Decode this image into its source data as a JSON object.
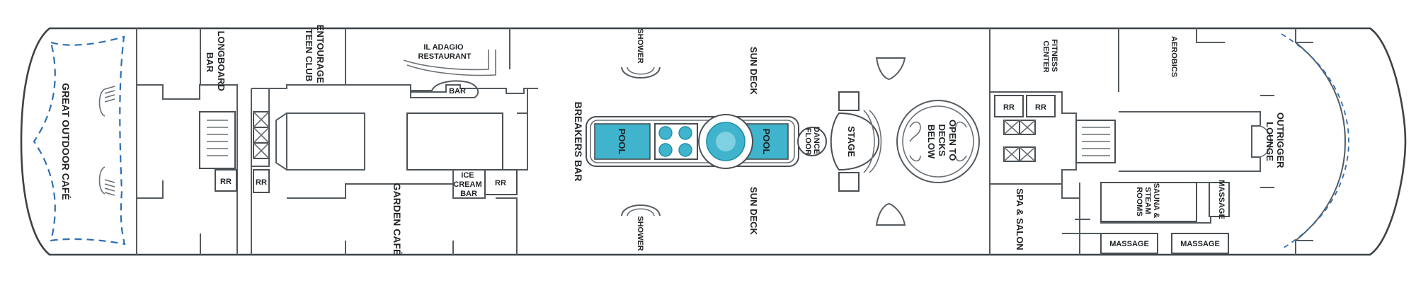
{
  "colors": {
    "pool": "#3fb4cc",
    "pool_dark": "#1d8fa8",
    "outdoor_dashed": "#2e6fb3",
    "walls": "#555b60"
  },
  "labels": {
    "great_outdoor_cafe": "GREAT OUTDOOR CAFÉ",
    "longboard_bar": [
      "LONGBOARD",
      "BAR"
    ],
    "entourage_teen_club": [
      "ENTOURAGE",
      "TEEN CLUB"
    ],
    "il_adagio": [
      "IL ADAGIO",
      "RESTAURANT"
    ],
    "bar": "BAR",
    "rr": "RR",
    "ice_cream_bar": [
      "ICE",
      "CREAM",
      "BAR"
    ],
    "garden_cafe": "GARDEN CAFÉ",
    "breakers_bar": "BREAKERS BAR",
    "shower": "SHOWER",
    "sun_deck": "SUN DECK",
    "pool": "POOL",
    "dance_floor": [
      "DANCE",
      "FLOOR"
    ],
    "stage": "STAGE",
    "open_to_decks_below": [
      "OPEN TO",
      "DECKS",
      "BELOW"
    ],
    "fitness_center": [
      "FITNESS",
      "CENTER"
    ],
    "aerobics": "AEROBICS",
    "spa_salon": "SPA & SALON",
    "sauna_steam": [
      "SAUNA &",
      "STEAM",
      "ROOMS"
    ],
    "massage": "MASSAGE",
    "outrigger_lounge": [
      "OUTRIGGER",
      "LOUNGE"
    ]
  }
}
